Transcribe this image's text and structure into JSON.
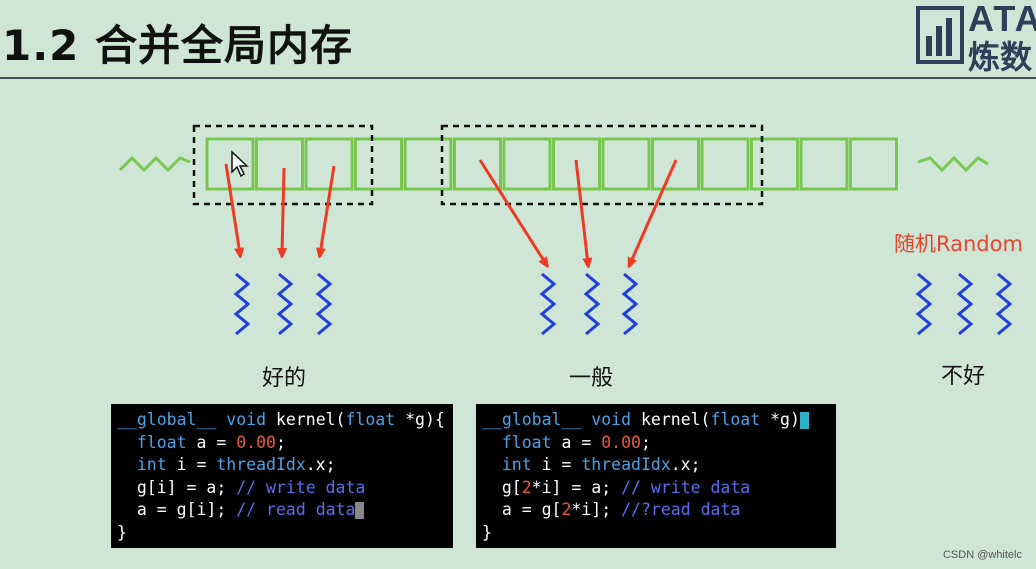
{
  "title": "1.2 合并全局内存",
  "logo": {
    "top_text": "ATA",
    "bottom_text": "炼数"
  },
  "labels": {
    "good": "好的",
    "general": "一般",
    "bad": "不好",
    "random": "随机Random"
  },
  "code_left": {
    "lines": [
      [
        {
          "t": "__global__",
          "c": "ty"
        },
        {
          "t": " void ",
          "c": "ty"
        },
        {
          "t": "kernel(",
          "c": "kw"
        },
        {
          "t": "float",
          "c": "ty"
        },
        {
          "t": " *g){",
          "c": "kw"
        }
      ],
      [
        {
          "t": "  float",
          "c": "ty"
        },
        {
          "t": " a = ",
          "c": "kw"
        },
        {
          "t": "0.00",
          "c": "num"
        },
        {
          "t": ";",
          "c": "kw"
        }
      ],
      [
        {
          "t": "  int",
          "c": "ty"
        },
        {
          "t": " i = ",
          "c": "kw"
        },
        {
          "t": "threadIdx",
          "c": "ty"
        },
        {
          "t": ".x;",
          "c": "kw"
        }
      ],
      [
        {
          "t": "  g[i] = a; ",
          "c": "kw"
        },
        {
          "t": "// write data",
          "c": "cm"
        }
      ],
      [
        {
          "t": "  a = g[i]; ",
          "c": "kw"
        },
        {
          "t": "// read data",
          "c": "cm"
        }
      ],
      [
        {
          "t": "}",
          "c": "kw"
        }
      ]
    ]
  },
  "code_right": {
    "lines": [
      [
        {
          "t": "__global__",
          "c": "ty"
        },
        {
          "t": " void ",
          "c": "ty"
        },
        {
          "t": "kernel(",
          "c": "kw"
        },
        {
          "t": "float",
          "c": "ty"
        },
        {
          "t": " *g)",
          "c": "kw"
        }
      ],
      [
        {
          "t": "  float",
          "c": "ty"
        },
        {
          "t": " a = ",
          "c": "kw"
        },
        {
          "t": "0.00",
          "c": "num"
        },
        {
          "t": ";",
          "c": "kw"
        }
      ],
      [
        {
          "t": "  int",
          "c": "ty"
        },
        {
          "t": " i = ",
          "c": "kw"
        },
        {
          "t": "threadIdx",
          "c": "ty"
        },
        {
          "t": ".x;",
          "c": "kw"
        }
      ],
      [
        {
          "t": "  g[",
          "c": "kw"
        },
        {
          "t": "2",
          "c": "num"
        },
        {
          "t": "*i] = a; ",
          "c": "kw"
        },
        {
          "t": "// write data",
          "c": "cm"
        }
      ],
      [
        {
          "t": "  a = g[",
          "c": "kw"
        },
        {
          "t": "2",
          "c": "num"
        },
        {
          "t": "*i]; ",
          "c": "kw"
        },
        {
          "t": "//?read data",
          "c": "cm"
        }
      ],
      [
        {
          "t": "}",
          "c": "kw"
        }
      ]
    ]
  },
  "watermark": "CSDN @whitelc",
  "colors": {
    "memory_cell": "#78c850",
    "arrow": "#ee3a22",
    "thread": "#1f3fe0",
    "dashed_box": "#111111"
  }
}
